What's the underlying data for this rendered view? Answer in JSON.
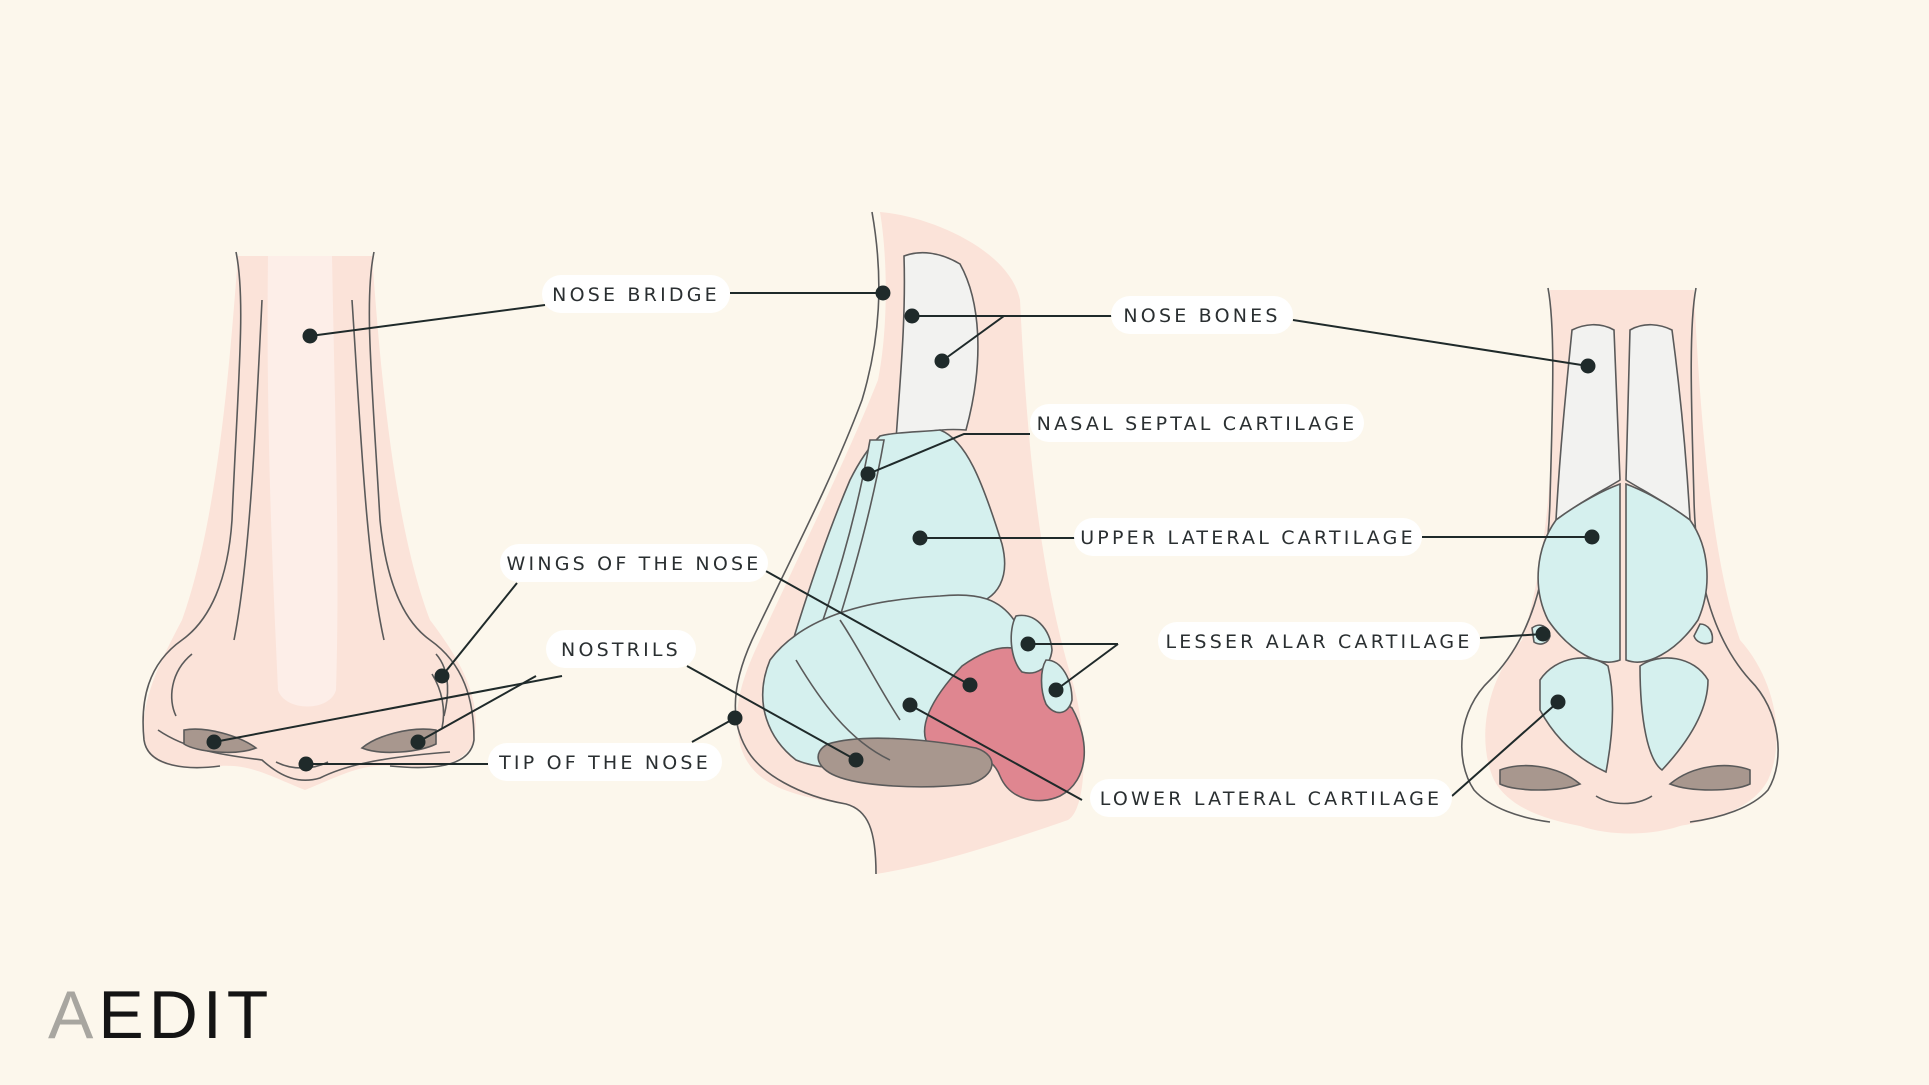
{
  "brand": {
    "logo_first": "A",
    "logo_rest": "EDIT"
  },
  "labels": {
    "nose_bridge": "NOSE BRIDGE",
    "nose_bones": "NOSE BONES",
    "nasal_septal_cartilage": "NASAL SEPTAL CARTILAGE",
    "upper_lateral_cartilage": "UPPER LATERAL CARTILAGE",
    "wings_of_the_nose": "WINGS OF THE NOSE",
    "nostrils": "NOSTRILS",
    "lesser_alar_cartilage": "LESSER ALAR CARTILAGE",
    "tip_of_the_nose": "TIP OF THE NOSE",
    "lower_lateral_cartilage": "LOWER LATERAL CARTILAGE"
  },
  "colors": {
    "background": "#fcf7ec",
    "skin": "#fbe3d9",
    "bone": "#f2f2f0",
    "cartilage": "#d5f0ee",
    "lower_lateral": "#df8690",
    "nostril": "#a8978e",
    "outline": "#5a5a5a",
    "leader": "#1f2a2a",
    "logo_a": "#a8a6a0",
    "logo_rest": "#141414"
  }
}
